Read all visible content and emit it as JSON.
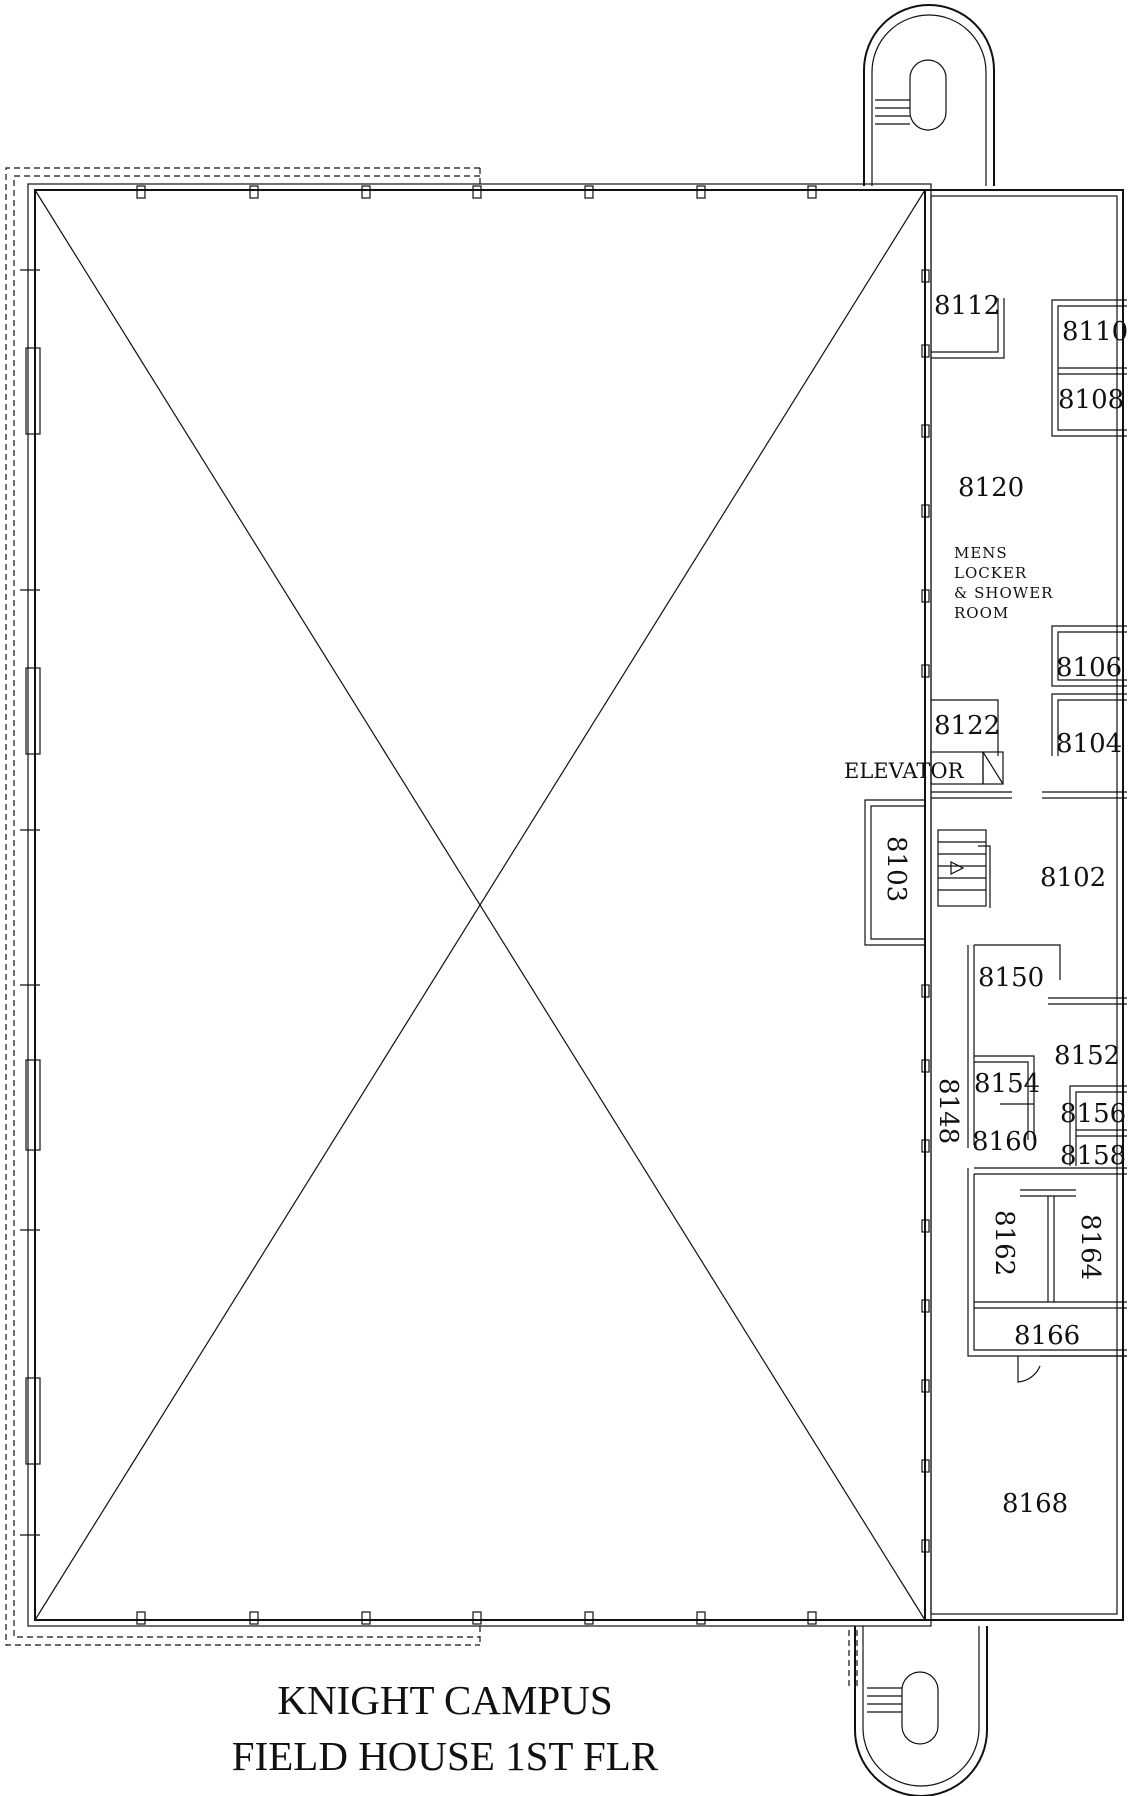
{
  "title": {
    "line1": "KNIGHT CAMPUS",
    "line2": "FIELD HOUSE 1ST FLR"
  },
  "rooms": {
    "r8112": "8112",
    "r8110": "8110",
    "r8108": "8108",
    "r8120": "8120",
    "mens_locker": [
      "MENS",
      "LOCKER",
      "& SHOWER",
      "ROOM"
    ],
    "r8106": "8106",
    "r8122": "8122",
    "r8104": "8104",
    "elevator": "ELEVATOR",
    "r8103": "8103",
    "r8102": "8102",
    "r8150": "8150",
    "r8152": "8152",
    "r8154": "8154",
    "r8148": "8148",
    "r8156": "8156",
    "r8160": "8160",
    "r8158": "8158",
    "r8162": "8162",
    "r8164": "8164",
    "r8166": "8166",
    "r8168": "8168"
  }
}
